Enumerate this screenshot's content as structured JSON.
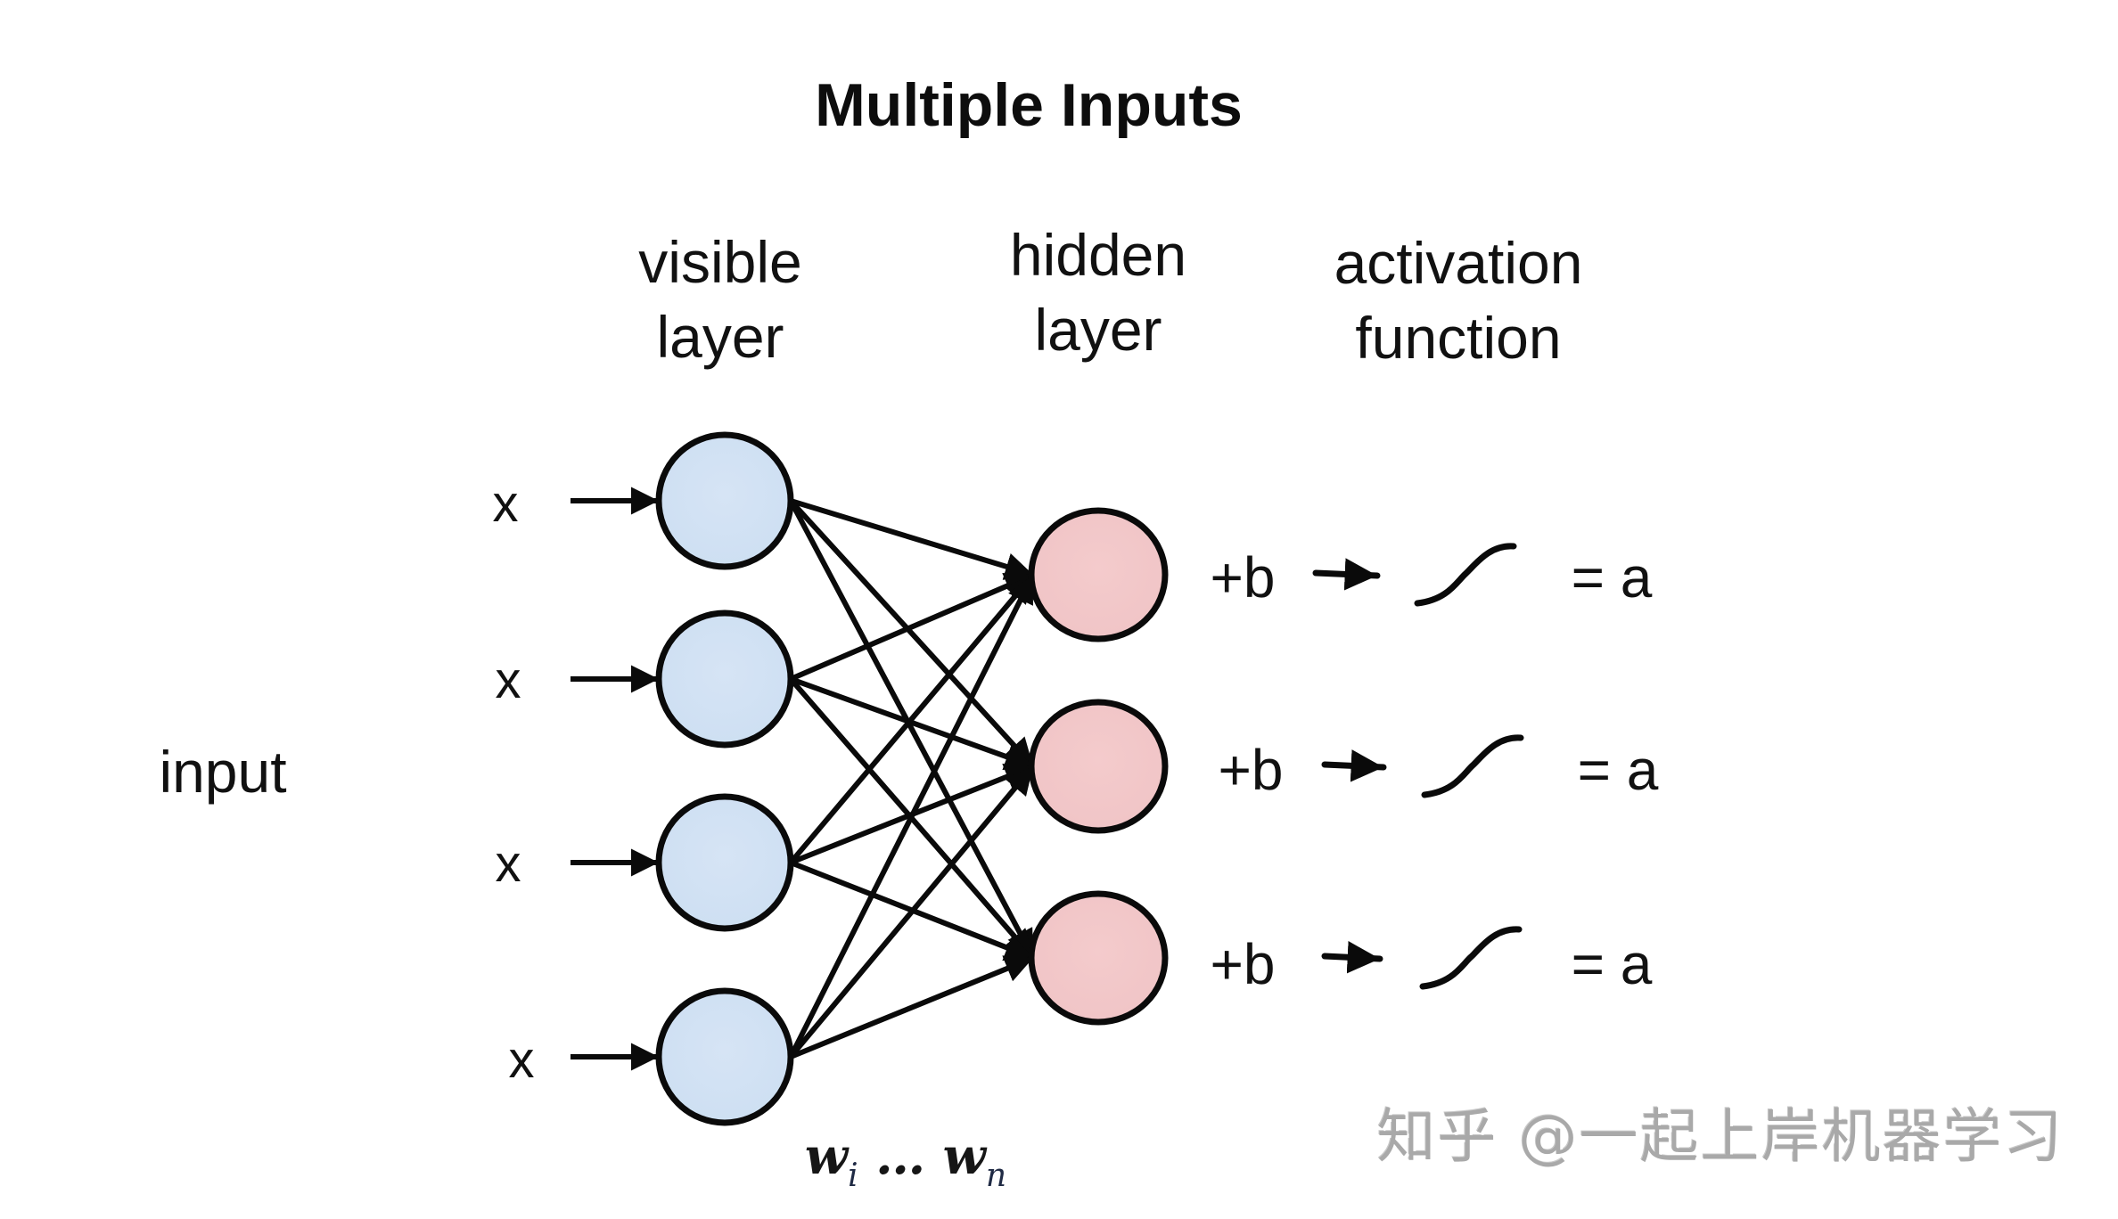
{
  "title": "Multiple Inputs",
  "headers": {
    "visible": [
      "visible",
      "layer"
    ],
    "hidden": [
      "hidden",
      "layer"
    ],
    "activation": [
      "activation",
      "function"
    ]
  },
  "input_label": "input",
  "inputs": [
    {
      "label": "x"
    },
    {
      "label": "x"
    },
    {
      "label": "x"
    },
    {
      "label": "x"
    }
  ],
  "hidden_rows": [
    {
      "bias": "+b",
      "output": "= a"
    },
    {
      "bias": "+b",
      "output": "= a"
    },
    {
      "bias": "+b",
      "output": "= a"
    }
  ],
  "activation_icon": "sigmoid-curve-icon",
  "weights": {
    "w_start": "w",
    "sub_start": "i",
    "ellipsis": " … ",
    "w_end": "w",
    "sub_end": "n"
  },
  "watermark": "知乎 @一起上岸机器学习",
  "colors": {
    "visible_node_fill": "#d3e2f4",
    "hidden_node_fill": "#f3c8c9",
    "stroke": "#0a0a0a",
    "watermark": "#a9a9a9"
  },
  "connections": "fully-connected visible(4) -> hidden(3)"
}
